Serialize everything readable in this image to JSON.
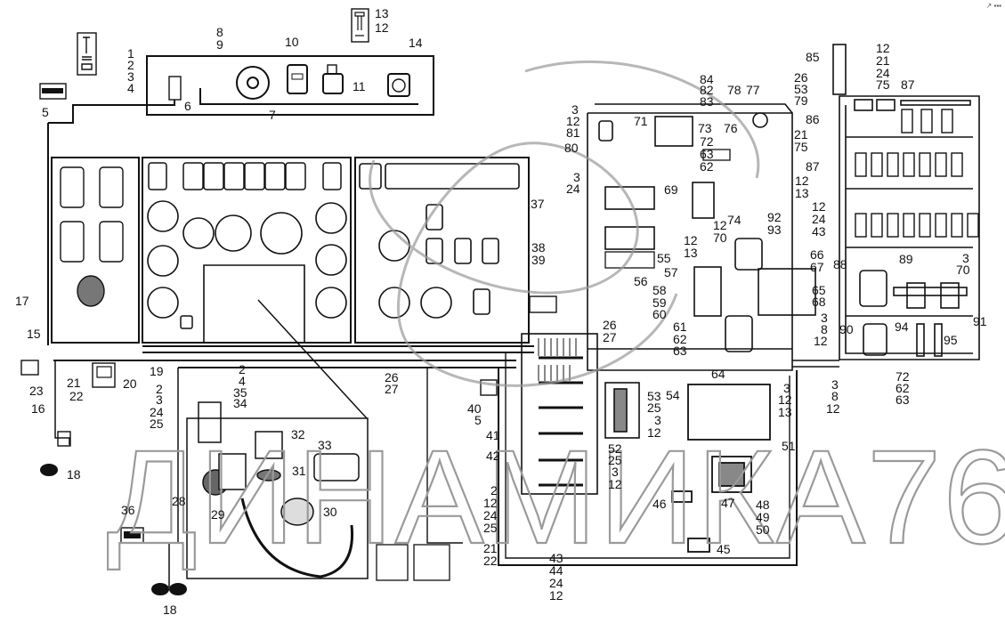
{
  "title": "Electrical equipment wiring diagram (cab instrument panel and electrical cabinet)",
  "watermark": "ДИНАМИКА76",
  "corner_mark": "↗ ▪▪▪",
  "colors": {
    "line": "#111111",
    "watermark": "#9a9a9a",
    "background": "#ffffff"
  },
  "callouts": {
    "c1": "1",
    "c2": "2",
    "c3": "3",
    "c4": "4",
    "c5": "5",
    "c6": "6",
    "c7": "7",
    "c8": "8",
    "c9": "9",
    "c10": "10",
    "c11": "11",
    "c12": "12",
    "c13": "13",
    "c14": "14",
    "c15": "15",
    "c16": "16",
    "c17": "17",
    "c18a": "18",
    "c18b": "18",
    "c19": "19",
    "c20": "20",
    "c21": "21",
    "c22": "22",
    "c23": "23",
    "g_2_3_24_25": [
      "2",
      "3",
      "24",
      "25"
    ],
    "g_2_4_35_34": [
      "2",
      "4",
      "35",
      "34"
    ],
    "g_26_27_a": [
      "26",
      "27"
    ],
    "c28": "28",
    "c29": "29",
    "c30": "30",
    "c31": "31",
    "c32": "32",
    "c33": "33",
    "c36": "36",
    "c37": "37",
    "g_38_39": [
      "38",
      "39"
    ],
    "g_40_5": [
      "40",
      "5"
    ],
    "c41": "41",
    "c42": "42",
    "g_2_12_24_25": [
      "2",
      "12",
      "24",
      "25"
    ],
    "g_21_22": [
      "21",
      "22"
    ],
    "g_43_44_24_12": [
      "43",
      "44",
      "24",
      "12"
    ],
    "c45": "45",
    "c46": "46",
    "c47": "47",
    "g_48_49_50": [
      "48",
      "49",
      "50"
    ],
    "c51": "51",
    "g_52_25_3_12": [
      "52",
      "25",
      "3",
      "12"
    ],
    "g_53_25_3_12": [
      "53",
      "25",
      "3",
      "12"
    ],
    "c54": "54",
    "c55": "55",
    "c56": "56",
    "c57": "57",
    "g_58_59_60": [
      "58",
      "59",
      "60"
    ],
    "g_61_62_63": [
      "61",
      "62",
      "63"
    ],
    "c64": "64",
    "c65": "65",
    "g_66_67": [
      "66",
      "67"
    ],
    "c68": "68",
    "c69": "69",
    "g_12_70": [
      "12",
      "70"
    ],
    "c71": "71",
    "g_72_63_62": [
      "72",
      "63",
      "62"
    ],
    "c73": "73",
    "c74": "74",
    "c76": "76",
    "c77": "77",
    "c78": "78",
    "g_3_12_81": [
      "3",
      "12",
      "81"
    ],
    "c80": "80",
    "g_84_82_83": [
      "84",
      "82",
      "83"
    ],
    "g_26_53_79": [
      "26",
      "53",
      "79"
    ],
    "c85": "85",
    "c86": "86",
    "g_12_21_24_75": [
      "12",
      "21",
      "24",
      "75"
    ],
    "g_21_75": [
      "21",
      "75"
    ],
    "c87a": "87",
    "c87b": "87",
    "g_12_13_a": [
      "12",
      "13"
    ],
    "g_12_13_b": [
      "12",
      "13"
    ],
    "g_92_93": [
      "92",
      "93"
    ],
    "g_12_24_43": [
      "12",
      "24",
      "43"
    ],
    "g_3_24": [
      "3",
      "24"
    ],
    "c88": "88",
    "c89": "89",
    "g_3_70": [
      "3",
      "70"
    ],
    "g_3_8_12_a": [
      "3",
      "8",
      "12"
    ],
    "g_3_8_12_b": [
      "3",
      "8",
      "12"
    ],
    "c90": "90",
    "c91": "91",
    "c94": "94",
    "c95": "95",
    "g_72_62_63": [
      "72",
      "62",
      "63"
    ],
    "g_3_12_13": [
      "3",
      "12",
      "13"
    ],
    "g_26_27_b": [
      "26",
      "27"
    ]
  }
}
